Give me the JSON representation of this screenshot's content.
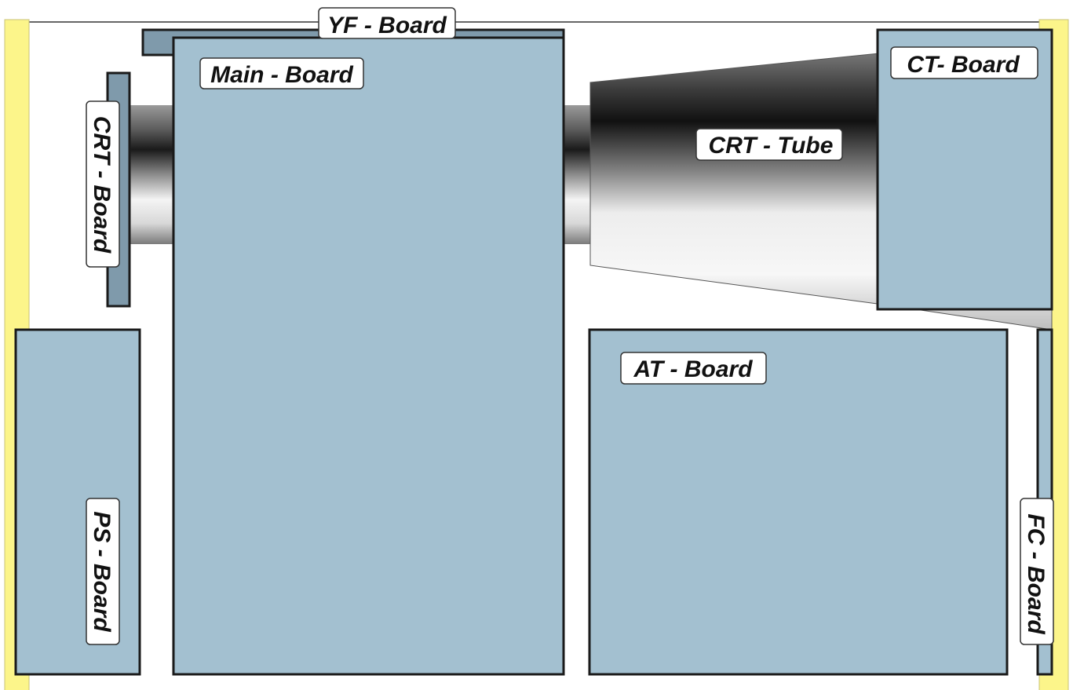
{
  "colors": {
    "board": "#a3c0d0",
    "board_dark": "#7f9aab",
    "rail": "#fcf58a",
    "outline": "#1a1a1a"
  },
  "labels": {
    "yf_board": "YF - Board",
    "main_board": "Main - Board",
    "crt_board": "CRT - Board",
    "crt_tube": "CRT - Tube",
    "ct_board": "CT- Board",
    "at_board": "AT - Board",
    "ps_board": "PS - Board",
    "fc_board": "FC - Board"
  }
}
